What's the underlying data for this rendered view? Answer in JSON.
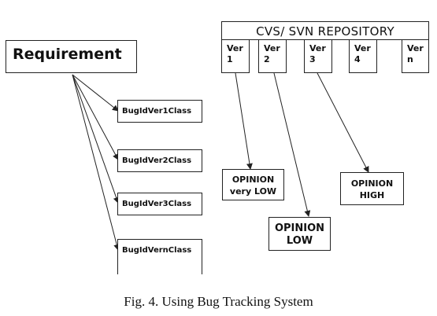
{
  "requirement": {
    "label": "Requirement"
  },
  "bug_classes": [
    {
      "label": "BugIdVer1Class"
    },
    {
      "label": "BugIdVer2Class"
    },
    {
      "label": "BugIdVer3Class"
    },
    {
      "label": "BugIdVernClass"
    }
  ],
  "repository": {
    "title": "CVS/ SVN REPOSITORY",
    "versions": [
      {
        "line1": "Ver",
        "line2": "1"
      },
      {
        "line1": "Ver",
        "line2": "2"
      },
      {
        "line1": "Ver",
        "line2": "3"
      },
      {
        "line1": "Ver",
        "line2": "4"
      },
      {
        "line1": "Ver",
        "line2": "n"
      }
    ]
  },
  "opinions": {
    "very_low": {
      "line1": "OPINION",
      "line2": "very LOW"
    },
    "low": {
      "line1": "OPINION",
      "line2": "LOW"
    },
    "high": {
      "line1": "OPINION",
      "line2": "HIGH"
    }
  },
  "caption": "Fig. 4. Using Bug Tracking System"
}
